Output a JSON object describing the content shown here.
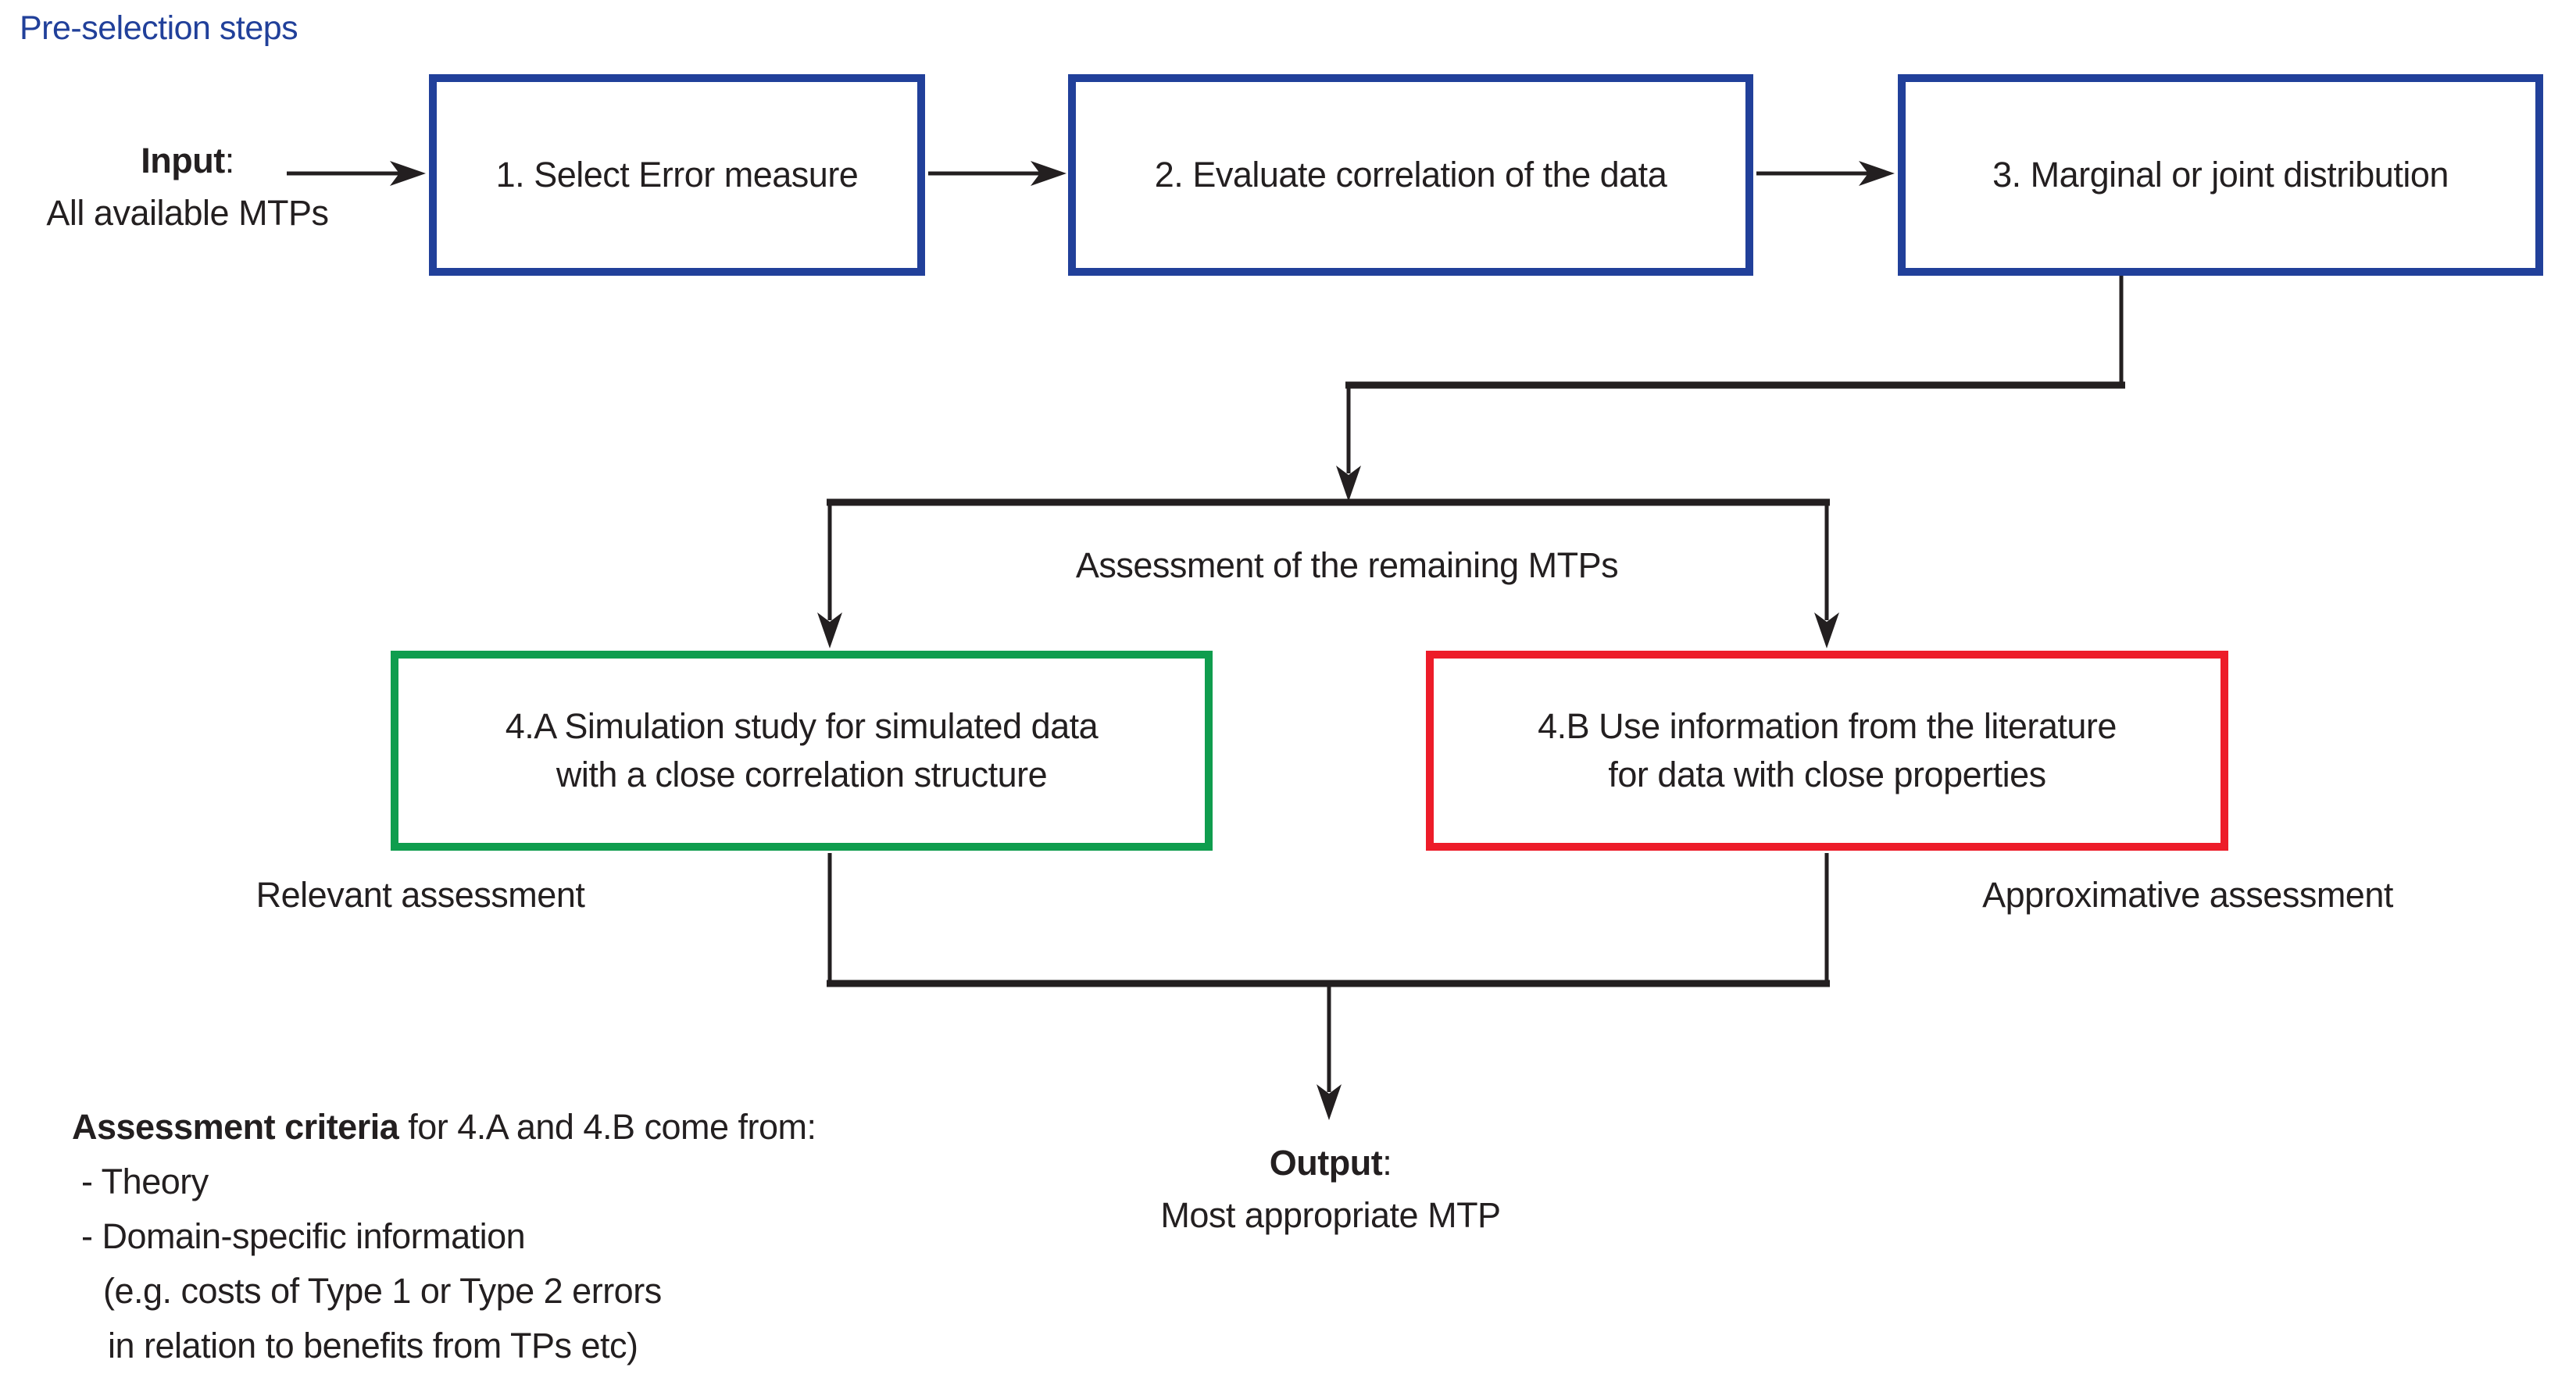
{
  "title": "Pre-selection steps",
  "colors": {
    "blue": "#21409a",
    "green": "#0f9d4e",
    "red": "#ed1c29",
    "line": "#231f20"
  },
  "input": {
    "label_bold": "Input",
    "label_colon": ":",
    "line2": "All available MTPs"
  },
  "steps": [
    {
      "label": "1. Select Error measure"
    },
    {
      "label": "2. Evaluate correlation of the data"
    },
    {
      "label": "3. Marginal or joint distribution"
    }
  ],
  "assessment_header": "Assessment of the remaining MTPs",
  "branches": [
    {
      "id": "4.A",
      "line1": "4.A Simulation study for simulated data",
      "line2": "with a close correlation structure",
      "caption": "Relevant assessment"
    },
    {
      "id": "4.B",
      "line1": "4.B Use information from the literature",
      "line2": "for data with close properties",
      "caption": "Approximative assessment"
    }
  ],
  "output": {
    "label_bold": "Output",
    "label_colon": ":",
    "line2": "Most appropriate MTP"
  },
  "criteria": {
    "intro_bold": "Assessment criteria",
    "intro_rest": " for 4.A and 4.B come from:",
    "item1": "- Theory",
    "item2": "- Domain-specific information",
    "item3": "(e.g. costs of Type 1 or Type 2 errors",
    "item4": "in relation to benefits from TPs etc)"
  }
}
